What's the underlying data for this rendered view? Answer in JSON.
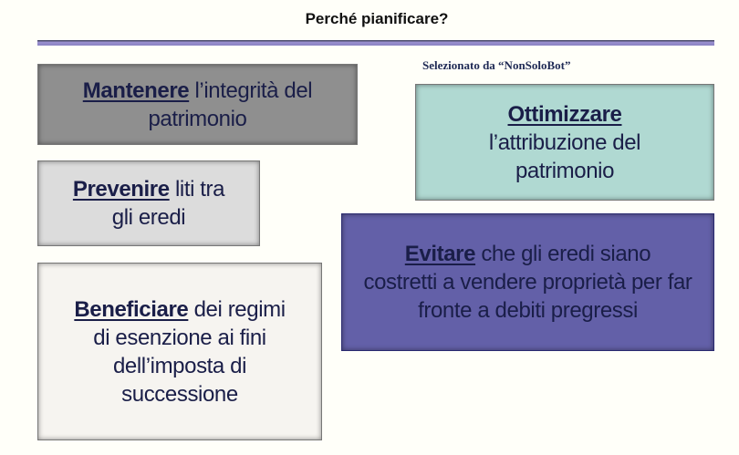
{
  "title": "Perché pianificare?",
  "credit": "Selezionato da  “NonSoloBot”",
  "boxes": [
    {
      "keyword": "Mantenere",
      "line1_rest": " l’integrità del",
      "rest": "patrimonio",
      "color": "#8f8f8f"
    },
    {
      "keyword": "Prevenire",
      "line1_rest": " liti tra",
      "rest": "gli eredi",
      "color": "#dcdcdc"
    },
    {
      "keyword": "Beneficiare",
      "line1_rest": " dei regimi",
      "rest": "di esenzione ai fini dell’imposta di successione",
      "color": "#f6f4f0"
    },
    {
      "keyword": "Ottimizzare",
      "line1_rest": "",
      "rest": "l’attribuzione del patrimonio",
      "color": "#b0d9d2"
    },
    {
      "keyword": "Evitare",
      "line1_rest": " che gli eredi siano",
      "rest": "costretti a vendere proprietà per far fronte a debiti pregressi",
      "color": "#6360a8"
    }
  ]
}
